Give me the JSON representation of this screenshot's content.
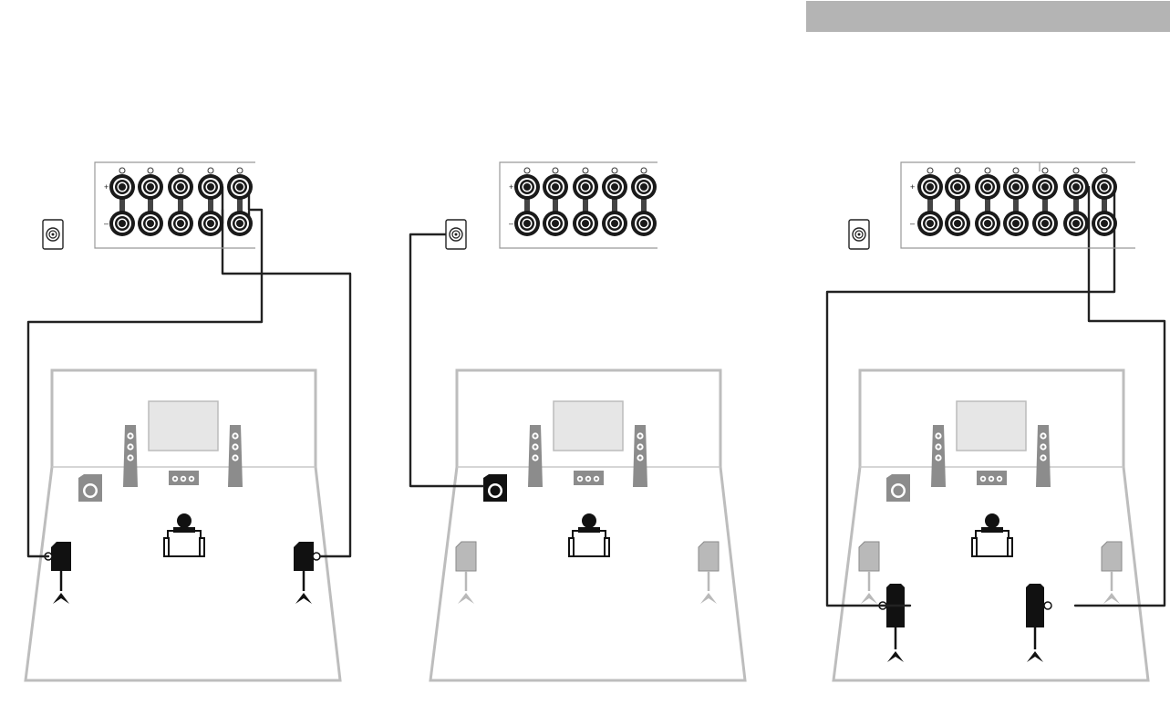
{
  "header": {
    "bar_color": "#b4b4b4"
  },
  "terminal_polarity": {
    "plus": "+",
    "minus": "–"
  },
  "colors": {
    "active_speaker": "#111111",
    "inactive_speaker": "#8c8c8c",
    "inactive_speaker_light": "#b9b9b9",
    "wire": "#222222",
    "room_outline": "#bdbdbd",
    "tv_fill": "#e6e6e6"
  },
  "panels": [
    {
      "id": "panel-1",
      "terminal_columns": 5,
      "connected_columns": [
        4,
        5
      ],
      "has_subwoofer_jack": true,
      "subwoofer_connected": false,
      "connected_speakers": [
        "surround-left",
        "surround-right"
      ]
    },
    {
      "id": "panel-2",
      "terminal_columns": 5,
      "connected_columns": [],
      "has_subwoofer_jack": true,
      "subwoofer_connected": true,
      "connected_speakers": [
        "subwoofer"
      ]
    },
    {
      "id": "panel-3",
      "terminal_columns": 7,
      "connected_columns": [
        6,
        7
      ],
      "has_subwoofer_jack": true,
      "subwoofer_connected": false,
      "connected_speakers": [
        "surround-back-left",
        "surround-back-right"
      ]
    }
  ],
  "icons": [
    "speaker-terminal-icon",
    "subwoofer-jack-icon",
    "tv-icon",
    "front-tower-speaker-icon",
    "center-speaker-icon",
    "subwoofer-icon",
    "listener-icon",
    "surround-speaker-icon",
    "surround-back-speaker-icon"
  ]
}
